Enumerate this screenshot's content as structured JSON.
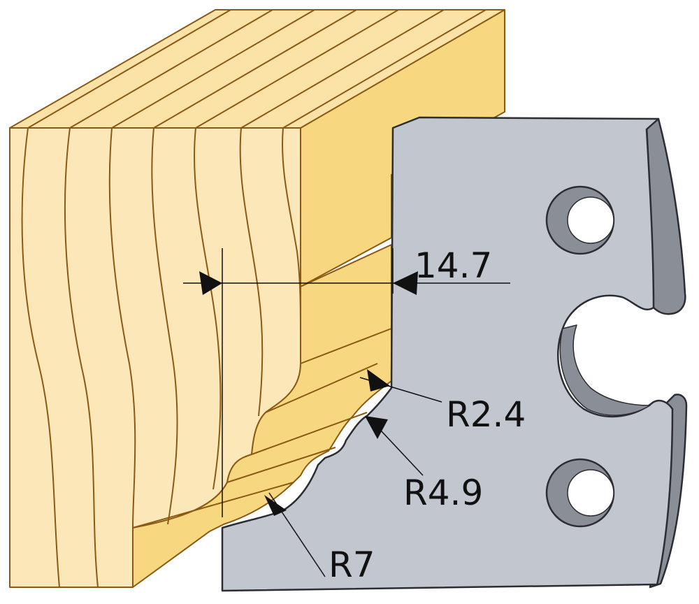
{
  "dimensions": {
    "width_label": "14.7",
    "radius_small": "R2.4",
    "radius_medium": "R4.9",
    "radius_large": "R7"
  },
  "colors": {
    "wood_front": "#fbe7b8",
    "wood_top": "#fbe2a6",
    "wood_side": "#f7d77f",
    "wood_grain": "#8a5a14",
    "steel_face": "#c1c6cf",
    "steel_edge": "#8a8e97",
    "steel_outline": "#2b2d33",
    "dimension_line": "#111111"
  }
}
